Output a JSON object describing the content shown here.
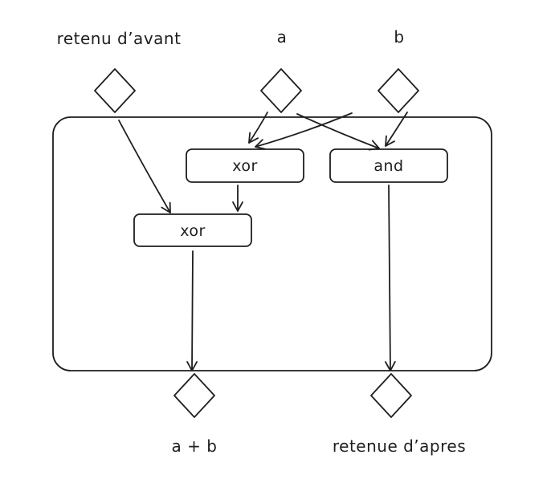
{
  "inputs": {
    "carry_in": "retenu d’avant",
    "a": "a",
    "b": "b"
  },
  "gates": {
    "xor_top": "xor",
    "and": "and",
    "xor_bottom": "xor"
  },
  "outputs": {
    "sum": "a + b",
    "carry_out": "retenue d’apres"
  }
}
